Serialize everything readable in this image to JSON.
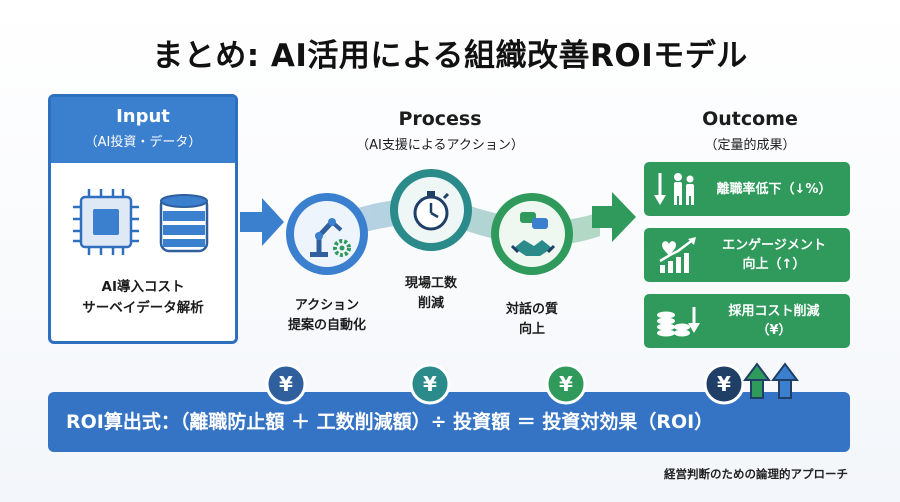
{
  "title": "まとめ: AI活用による組織改善ROIモデル",
  "input": {
    "heading": "Input",
    "subheading": "（AI投資・データ）",
    "label_line1": "AI導入コスト",
    "label_line2": "サーベイデータ解析",
    "icons": [
      "chip-icon",
      "database-icon"
    ]
  },
  "process": {
    "heading": "Process",
    "subheading": "（AI支援によるアクション）",
    "steps": [
      {
        "line1": "アクション",
        "line2": "提案の自動化",
        "icon": "robot-arm-gear-icon"
      },
      {
        "line1": "現場工数",
        "line2": "削減",
        "icon": "stopwatch-icon"
      },
      {
        "line1": "対話の質",
        "line2": "向上",
        "icon": "handshake-chat-icon"
      }
    ]
  },
  "outcome": {
    "heading": "Outcome",
    "subheading": "（定量的成果）",
    "items": [
      {
        "line1": "離職率低下（↓%）",
        "line2": "",
        "icon": "people-down-arrow-icon"
      },
      {
        "line1": "エンゲージメント",
        "line2": "向上（↑）",
        "icon": "heart-chart-up-icon"
      },
      {
        "line1": "採用コスト削減",
        "line2": "（¥）",
        "icon": "coins-down-arrow-icon"
      }
    ]
  },
  "roi": {
    "formula": "ROI算出式：（離職防止額 ＋ 工数削減額）÷ 投資額 ＝ 投資対効果（ROI）",
    "coin_symbol": "¥"
  },
  "footer": "経営判断のための論理的アプローチ",
  "colors": {
    "blue": "#3b7fcf",
    "green": "#2f9a5c",
    "teal": "#2b8a8a",
    "navy": "#1f3f66"
  }
}
